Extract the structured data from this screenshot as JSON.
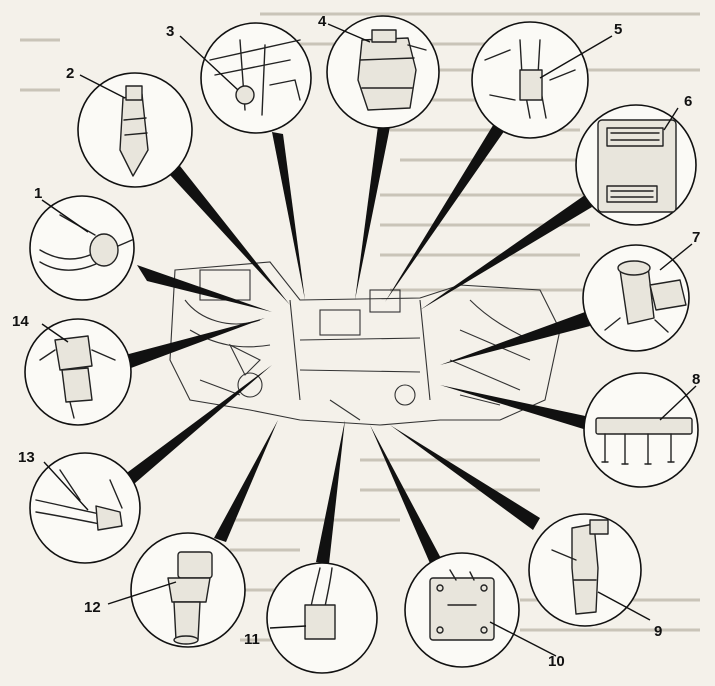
{
  "callouts": [
    {
      "label": "1"
    },
    {
      "label": "2"
    },
    {
      "label": "3"
    },
    {
      "label": "4"
    },
    {
      "label": "5"
    },
    {
      "label": "6"
    },
    {
      "label": "7"
    },
    {
      "label": "8"
    },
    {
      "label": "9"
    },
    {
      "label": "10"
    },
    {
      "label": "11"
    },
    {
      "label": "12"
    },
    {
      "label": "13"
    },
    {
      "label": "14"
    }
  ],
  "colors": {
    "ink": "#111111",
    "paper": "#f4f1ea"
  }
}
